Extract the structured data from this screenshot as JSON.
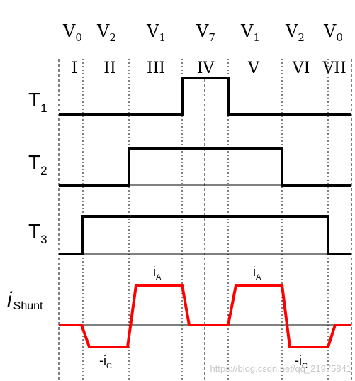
{
  "vectors": [
    {
      "main": "V",
      "sub": "0"
    },
    {
      "main": "V",
      "sub": "2"
    },
    {
      "main": "V",
      "sub": "1"
    },
    {
      "main": "V",
      "sub": "7"
    },
    {
      "main": "V",
      "sub": "1"
    },
    {
      "main": "V",
      "sub": "2"
    },
    {
      "main": "V",
      "sub": "0"
    }
  ],
  "intervals": [
    "I",
    "II",
    "III",
    "IV",
    "V",
    "VI",
    "VII"
  ],
  "rows": [
    {
      "main": "T",
      "sub": "1"
    },
    {
      "main": "T",
      "sub": "2"
    },
    {
      "main": "T",
      "sub": "3"
    }
  ],
  "shunt_label": {
    "main": "i",
    "sub": "Shunt"
  },
  "current_labels": [
    {
      "main": "i",
      "sub": "A"
    },
    {
      "main": "i",
      "sub": "A"
    },
    {
      "main": "-i",
      "sub": "C"
    },
    {
      "main": "-i",
      "sub": "C"
    }
  ],
  "watermark": "https://blog.csdn.net/qq_21975841",
  "colors": {
    "signal": "#000000",
    "shunt": "#ff0000",
    "baseline": "#000000"
  }
}
